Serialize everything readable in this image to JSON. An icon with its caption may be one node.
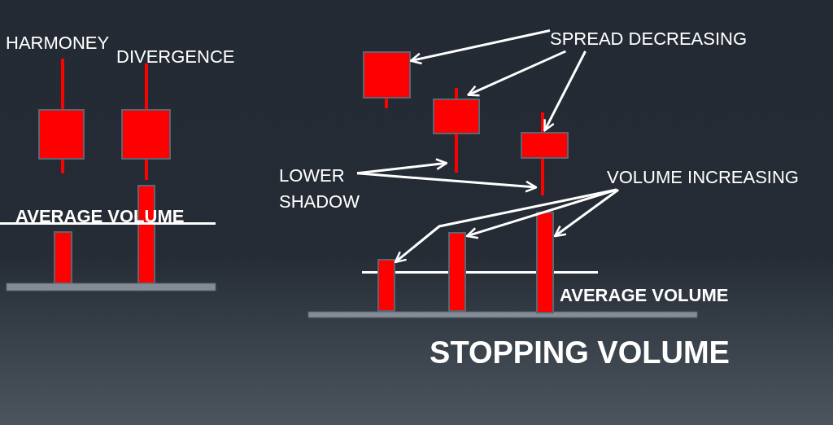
{
  "diagram": {
    "title": "STOPPING VOLUME",
    "nodes": [
      {
        "text": [
          "SPREAD DECREASING"
        ]
      },
      {
        "text": [],
        "shape": "box"
      },
      {
        "text": [],
        "shape": "box"
      },
      {
        "text": [],
        "shape": "box"
      },
      {
        "text": [
          "LOWER SHADOW"
        ]
      },
      {
        "text": [],
        "shape": "bar"
      },
      {
        "text": [],
        "shape": "bar"
      },
      {
        "text": [
          "VOLUME INCREASING"
        ]
      },
      {
        "text": [],
        "shape": "bar"
      },
      {
        "text": [],
        "shape": "bar"
      },
      {
        "text": [],
        "shape": "bar"
      }
    ],
    "edges": [
      {
        "from": 0,
        "to": 1,
        "arrow": "to"
      },
      {
        "from": 0,
        "to": 2,
        "arrow": "to"
      },
      {
        "from": 0,
        "to": 3,
        "arrow": "to"
      },
      {
        "from": 4,
        "to": 5,
        "arrow": "to"
      },
      {
        "from": 4,
        "to": 6,
        "arrow": "to"
      },
      {
        "from": 7,
        "to": 8,
        "arrow": "to"
      },
      {
        "from": 7,
        "to": 9,
        "arrow": "to"
      },
      {
        "from": 7,
        "to": 10,
        "arrow": "to"
      }
    ],
    "labels": [
      "HARMONEY",
      "DIVERGENCE",
      "AVERAGE VOLUME",
      "AVERAGE VOLUME"
    ]
  }
}
